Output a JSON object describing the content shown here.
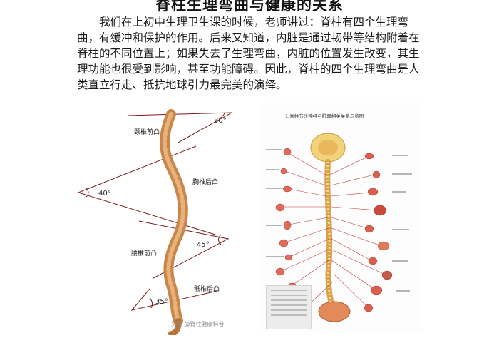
{
  "title": "脊柱生理弯曲与健康的关系",
  "paragraph": "我们在上初中生理卫生课的时候，老师讲过：脊柱有四个生理弯曲，有缓冲和保护的作用。后来又知道，内脏是通过韧带等结构附着在脊柱的不同位置上；如果失去了生理弯曲，内脏的位置发生改变，其生理功能也很受到影响，甚至功能障碍。因此，脊柱的四个生理弯曲是人类直立行走、抵抗地球引力最完美的演绎。",
  "spine_figure": {
    "labels": {
      "cervical": "颈椎前凸",
      "thoracic": "胸椎后凸",
      "lumbar": "腰椎前凸",
      "sacral": "骶椎后凸"
    },
    "angles": {
      "cervical": "30°",
      "thoracic": "40°",
      "lumbar": "45°",
      "sacral": "35°"
    }
  },
  "nerve_figure": {
    "caption": "1.脊柱节段神经与脏器相关关系示意图"
  },
  "watermark": "头条 @脊柱健康科普"
}
